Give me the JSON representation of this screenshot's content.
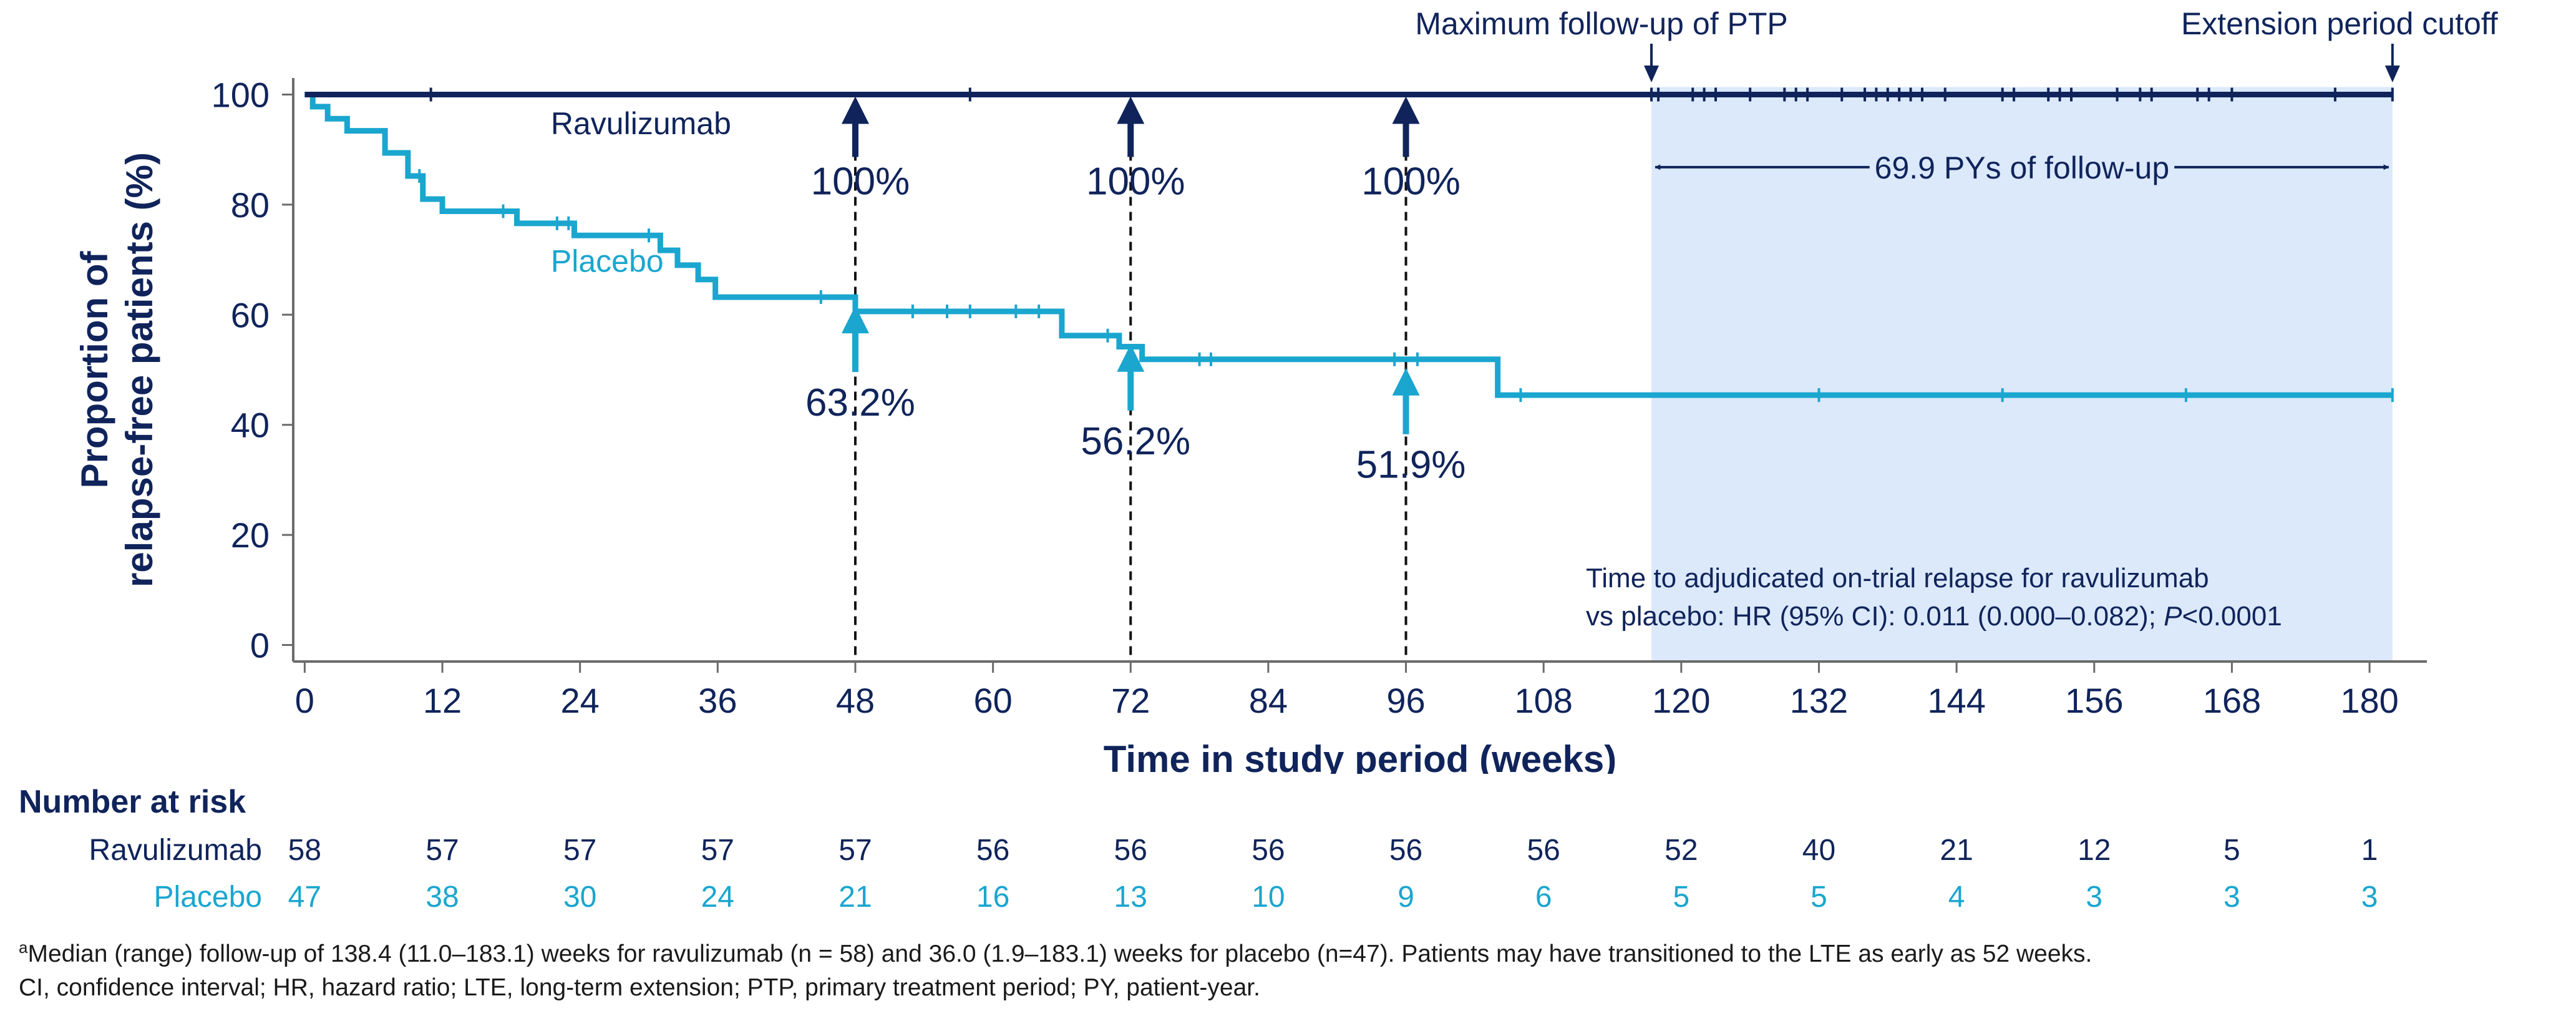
{
  "chart_data": {
    "type": "line",
    "subtype": "kaplan-meier",
    "xlabel": "Time in study period (weeks)",
    "ylabel_line1": "Proportion of",
    "ylabel_line2": "relapse-free patients (%)",
    "xlim": [
      -1,
      185
    ],
    "ylim": [
      -3,
      103
    ],
    "xticks": [
      0,
      12,
      24,
      36,
      48,
      60,
      72,
      84,
      96,
      108,
      120,
      132,
      144,
      156,
      168,
      180
    ],
    "yticks": [
      0,
      20,
      40,
      60,
      80,
      100
    ],
    "grid": false,
    "colors": {
      "ravulizumab": "#10245b",
      "placebo": "#1aa6cf",
      "shade": "#dbe9fb",
      "axis": "#6b6b6b"
    },
    "series": [
      {
        "name": "Ravulizumab",
        "steps": [
          [
            0,
            100
          ],
          [
            182,
            100
          ]
        ],
        "censor_x": [
          11,
          58,
          117.4,
          118,
          121,
          122,
          123,
          126,
          129,
          130,
          131,
          134,
          136,
          137,
          138,
          139,
          140,
          141,
          143,
          148,
          149,
          152,
          153,
          154,
          158,
          160,
          161,
          165,
          166,
          168,
          177,
          182
        ]
      },
      {
        "name": "Placebo",
        "steps": [
          [
            0,
            100
          ],
          [
            0.7,
            97.8
          ],
          [
            2,
            95.6
          ],
          [
            3.7,
            93.4
          ],
          [
            7,
            89.4
          ],
          [
            9,
            85.2
          ],
          [
            10.3,
            81
          ],
          [
            12,
            78.8
          ],
          [
            18.5,
            76.6
          ],
          [
            23.5,
            74.4
          ],
          [
            31,
            71.7
          ],
          [
            32.5,
            69
          ],
          [
            34.3,
            66.4
          ],
          [
            35.8,
            63.2
          ],
          [
            48,
            60.6
          ],
          [
            66,
            56.2
          ],
          [
            71,
            54.2
          ],
          [
            73,
            51.9
          ],
          [
            104,
            45.4
          ],
          [
            182,
            45.4
          ]
        ],
        "censor_x": [
          10,
          17.3,
          22,
          23,
          30,
          45,
          53,
          56,
          58,
          62,
          64,
          70,
          78,
          79,
          95,
          97,
          106,
          132,
          148,
          164,
          182
        ]
      }
    ],
    "shaded_region": {
      "x_start": 117.4,
      "x_end": 182
    },
    "annotations": {
      "rav_series_label": "Ravulizumab",
      "pla_series_label": "Placebo",
      "max_followup_label": "Maximum follow-up of PTP",
      "max_followup_x": 117.4,
      "cutoff_label": "Extension period cutoff",
      "cutoff_x": 182,
      "pys_label": "69.9 PYs of follow-up",
      "hr_line1": "Time to adjudicated on-trial relapse for ravulizumab",
      "hr_line2_pre": "vs placebo: HR (95% CI): 0.011 (0.000–0.082); ",
      "hr_line2_p": "P",
      "hr_line2_post": "<0.0001",
      "timepoints": [
        {
          "week": 48,
          "rav_label": "100%",
          "pla_label": "63.2%",
          "pla_value": 63.2
        },
        {
          "week": 72,
          "rav_label": "100%",
          "pla_label": "56.2%",
          "pla_value": 56.2
        },
        {
          "week": 96,
          "rav_label": "100%",
          "pla_label": "51.9%",
          "pla_value": 51.9
        }
      ]
    }
  },
  "risk_table": {
    "title": "Number at risk",
    "ravulizumab_label": "Ravulizumab",
    "placebo_label": "Placebo",
    "ravulizumab": [
      "58",
      "57",
      "57",
      "57",
      "57",
      "56",
      "56",
      "56",
      "56",
      "56",
      "52",
      "40",
      "21",
      "12",
      "5",
      "1"
    ],
    "placebo": [
      "47",
      "38",
      "30",
      "24",
      "21",
      "16",
      "13",
      "10",
      "9",
      "6",
      "5",
      "5",
      "4",
      "3",
      "3",
      "3"
    ]
  },
  "footnotes": {
    "line1_sup": "a",
    "line1": "Median (range) follow-up of 138.4 (11.0–183.1) weeks for ravulizumab (n = 58) and 36.0 (1.9–183.1) weeks for placebo (n=47). Patients may have transitioned to the LTE as early as 52 weeks.",
    "line2": "CI, confidence interval; HR, hazard ratio; LTE, long-term extension; PTP, primary treatment period; PY, patient-year."
  }
}
